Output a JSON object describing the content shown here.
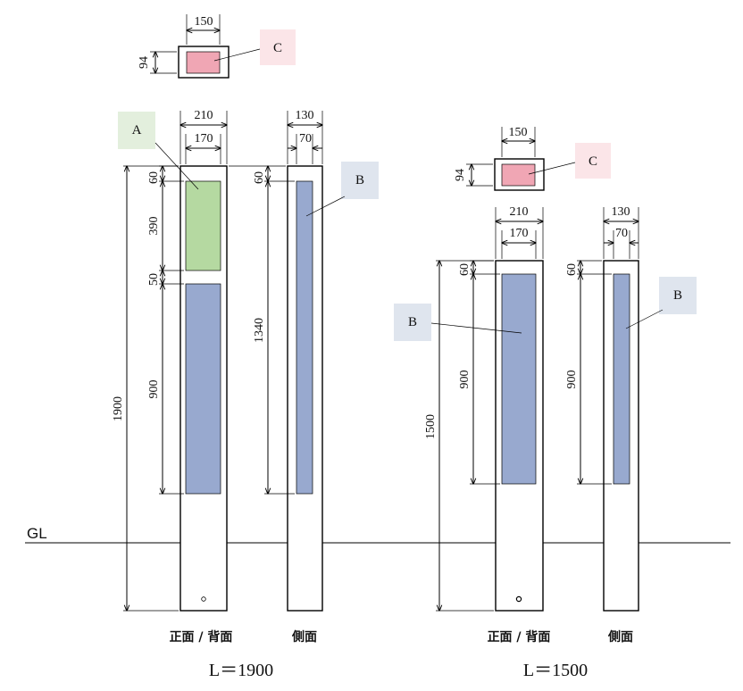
{
  "ground_label": "GL",
  "colors": {
    "panel_a": "#b5d9a1",
    "panel_b": "#98a9cf",
    "panel_c": "#f0a6b4",
    "tag_a_bg": "#e3efdd",
    "tag_b_bg": "#dfe5ee",
    "tag_c_bg": "#fbe5e8"
  },
  "left": {
    "title": "L＝1900",
    "c_panel": {
      "width": "150",
      "height": "94",
      "tag": "C"
    },
    "front": {
      "outer_width": "210",
      "inner_width": "170",
      "top_gap": "60",
      "a_height": "390",
      "gap": "50",
      "b_height": "900",
      "total": "1900",
      "tag_a": "A"
    },
    "side": {
      "outer_width": "130",
      "inner_width": "70",
      "top_gap": "60",
      "b_height": "1340",
      "tag_b": "B"
    },
    "front_caption": "正面 / 背面",
    "side_caption": "側面"
  },
  "right": {
    "title": "L＝1500",
    "c_panel": {
      "width": "150",
      "height": "94",
      "tag": "C"
    },
    "front": {
      "outer_width": "210",
      "inner_width": "170",
      "top_gap": "60",
      "b_height": "900",
      "total": "1500",
      "tag_b": "B"
    },
    "side": {
      "outer_width": "130",
      "inner_width": "70",
      "top_gap": "60",
      "b_height": "900",
      "tag_b": "B"
    },
    "front_caption": "正面 / 背面",
    "side_caption": "側面"
  }
}
